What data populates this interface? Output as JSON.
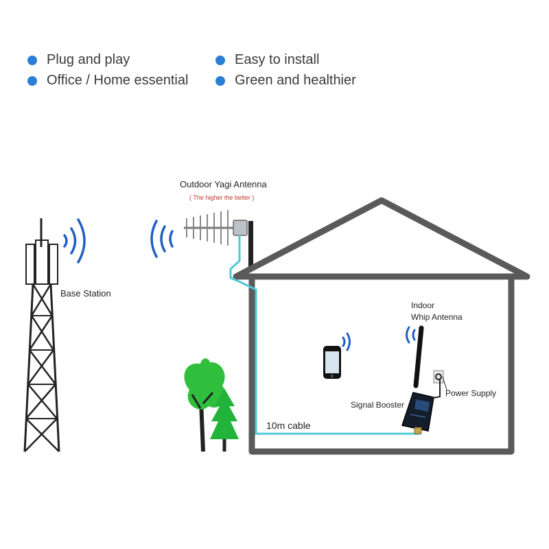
{
  "features": [
    "Plug and play",
    "Office / Home essential",
    "Easy to install",
    "Green and healthier"
  ],
  "labels": {
    "outdoor_antenna": "Outdoor Yagi Antenna",
    "outdoor_antenna_note": "( The higher the better )",
    "base_station": "Base Station",
    "indoor_antenna_line1": "Indoor",
    "indoor_antenna_line2": "Whip Antenna",
    "power_supply": "Power Supply",
    "signal_booster": "Signal Booster",
    "cable": "10m cable"
  },
  "colors": {
    "bullet": "#2b7ed6",
    "signal_waves": "#1f5fc4",
    "house": "#5a5a5a",
    "cable": "#4fc8d6",
    "note_red": "#c0392b",
    "tree": "#22b33a"
  }
}
